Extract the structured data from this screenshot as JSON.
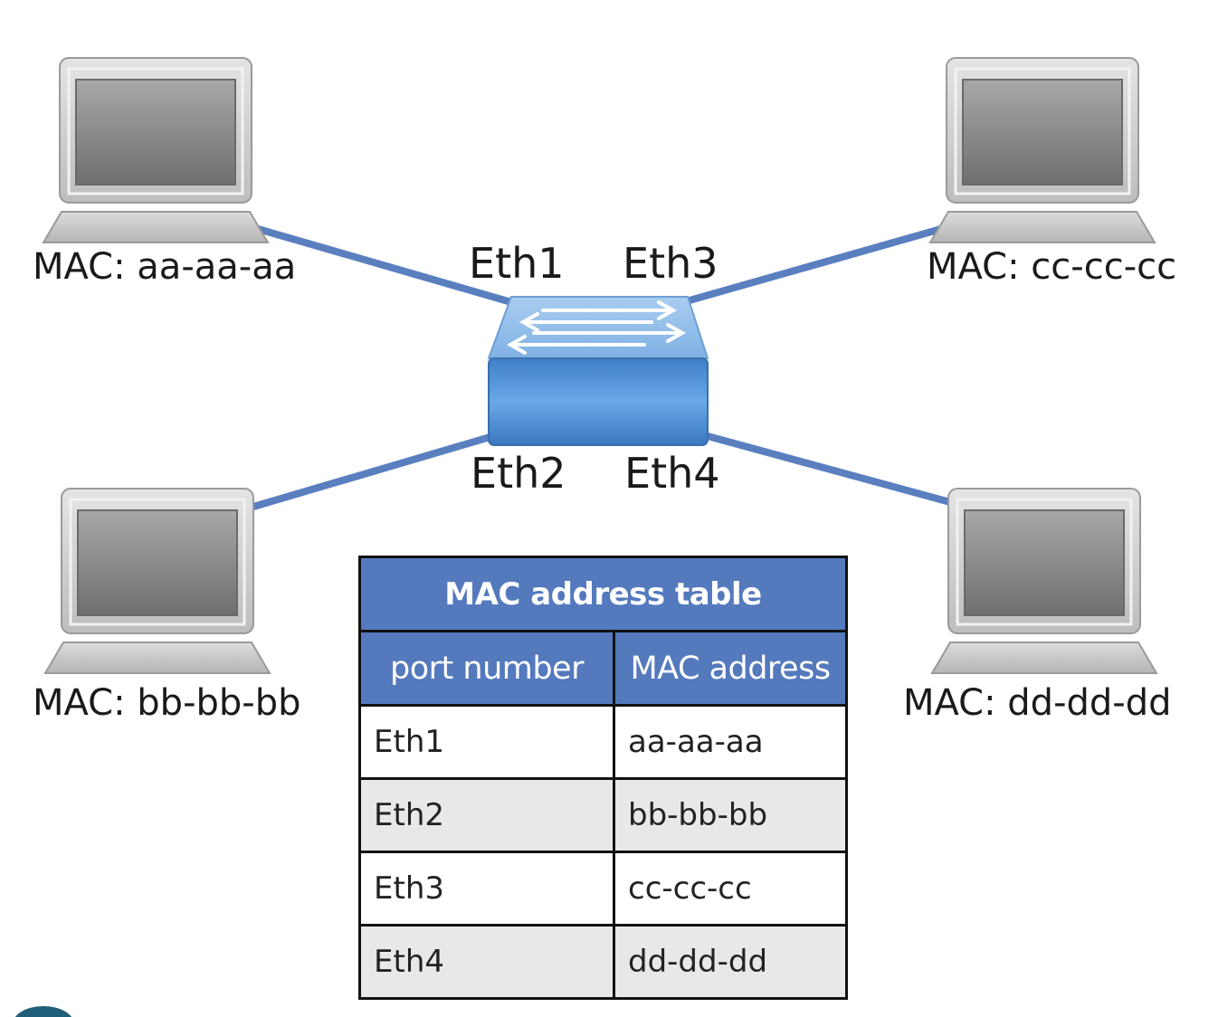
{
  "hosts": [
    {
      "mac_label": "MAC: aa-aa-aa"
    },
    {
      "mac_label": "MAC: cc-cc-cc"
    },
    {
      "mac_label": "MAC: bb-bb-bb"
    },
    {
      "mac_label": "MAC: dd-dd-dd"
    }
  ],
  "switch": {
    "ports": [
      "Eth1",
      "Eth3",
      "Eth2",
      "Eth4"
    ]
  },
  "mac_table": {
    "title": "MAC address table",
    "columns": [
      "port number",
      "MAC address"
    ],
    "rows": [
      {
        "port": "Eth1",
        "mac": "aa-aa-aa"
      },
      {
        "port": "Eth2",
        "mac": "bb-bb-bb"
      },
      {
        "port": "Eth3",
        "mac": "cc-cc-cc"
      },
      {
        "port": "Eth4",
        "mac": "dd-dd-dd"
      }
    ]
  },
  "colors": {
    "link": "#5a7fbf",
    "table_header": "#5479bd",
    "switch_front": "#4a8fd6",
    "switch_top": "#8dbbe9",
    "laptop_frame": "#c8c8c8",
    "laptop_screen": "#8a8a8a"
  },
  "icons": [
    "laptop-icon",
    "switch-icon"
  ]
}
